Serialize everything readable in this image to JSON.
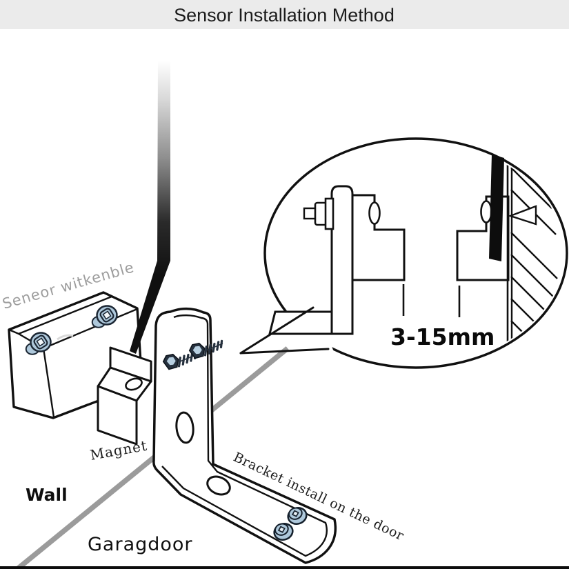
{
  "title_bar": {
    "title": "Sensor Installation Method",
    "background": "#ebebeb",
    "text_color": "#1b1b1b"
  },
  "diagram": {
    "labels": {
      "sensor": "Seneor witkenble",
      "magnet": "Magnet",
      "wall": "Wall",
      "garage_door": "Garagdoor",
      "bracket": "Bracket install on the door",
      "gap": "3-15mm"
    },
    "colors": {
      "ink": "#111111",
      "screw_blue": "#aec8db",
      "screw_dark": "#26313e",
      "ground_line": "#9b9b9b",
      "label_gray": "#9d9d9d",
      "footer_bar": "#0d0d0d"
    }
  }
}
